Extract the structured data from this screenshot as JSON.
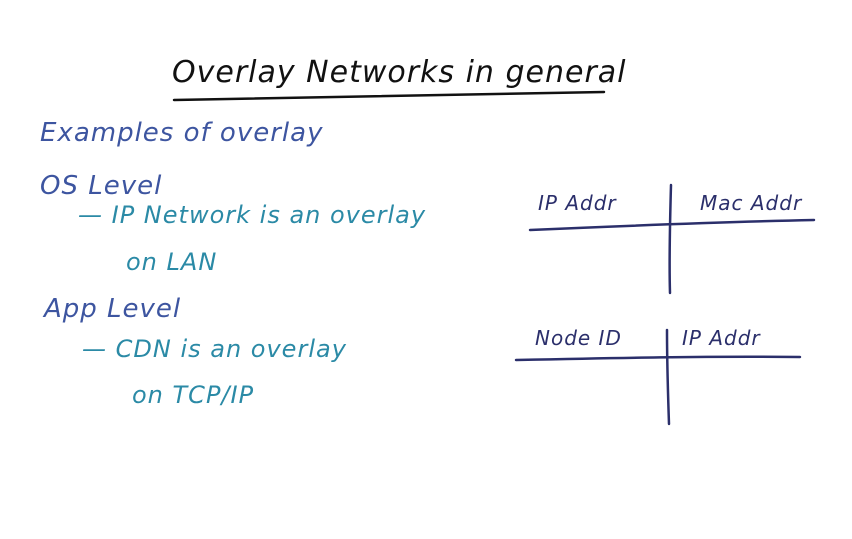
{
  "title": "Overlay Networks in general",
  "examples_heading": "Examples of overlay",
  "os_level": {
    "heading": "OS Level",
    "line1": "— IP Network is an overlay",
    "line2": "on LAN"
  },
  "app_level": {
    "heading": "App Level",
    "line1": "— CDN is an overlay",
    "line2": "on TCP/IP"
  },
  "table_ip_mac": {
    "col1": "IP Addr",
    "col2": "Mac Addr"
  },
  "table_node_ip": {
    "col1": "Node ID",
    "col2": "IP Addr"
  },
  "colors": {
    "title_ink": "#111111",
    "heading_ink": "#3d55a0",
    "detail_ink": "#2b8aa6",
    "table_ink": "#2b2f6b",
    "background": "#ffffff"
  }
}
